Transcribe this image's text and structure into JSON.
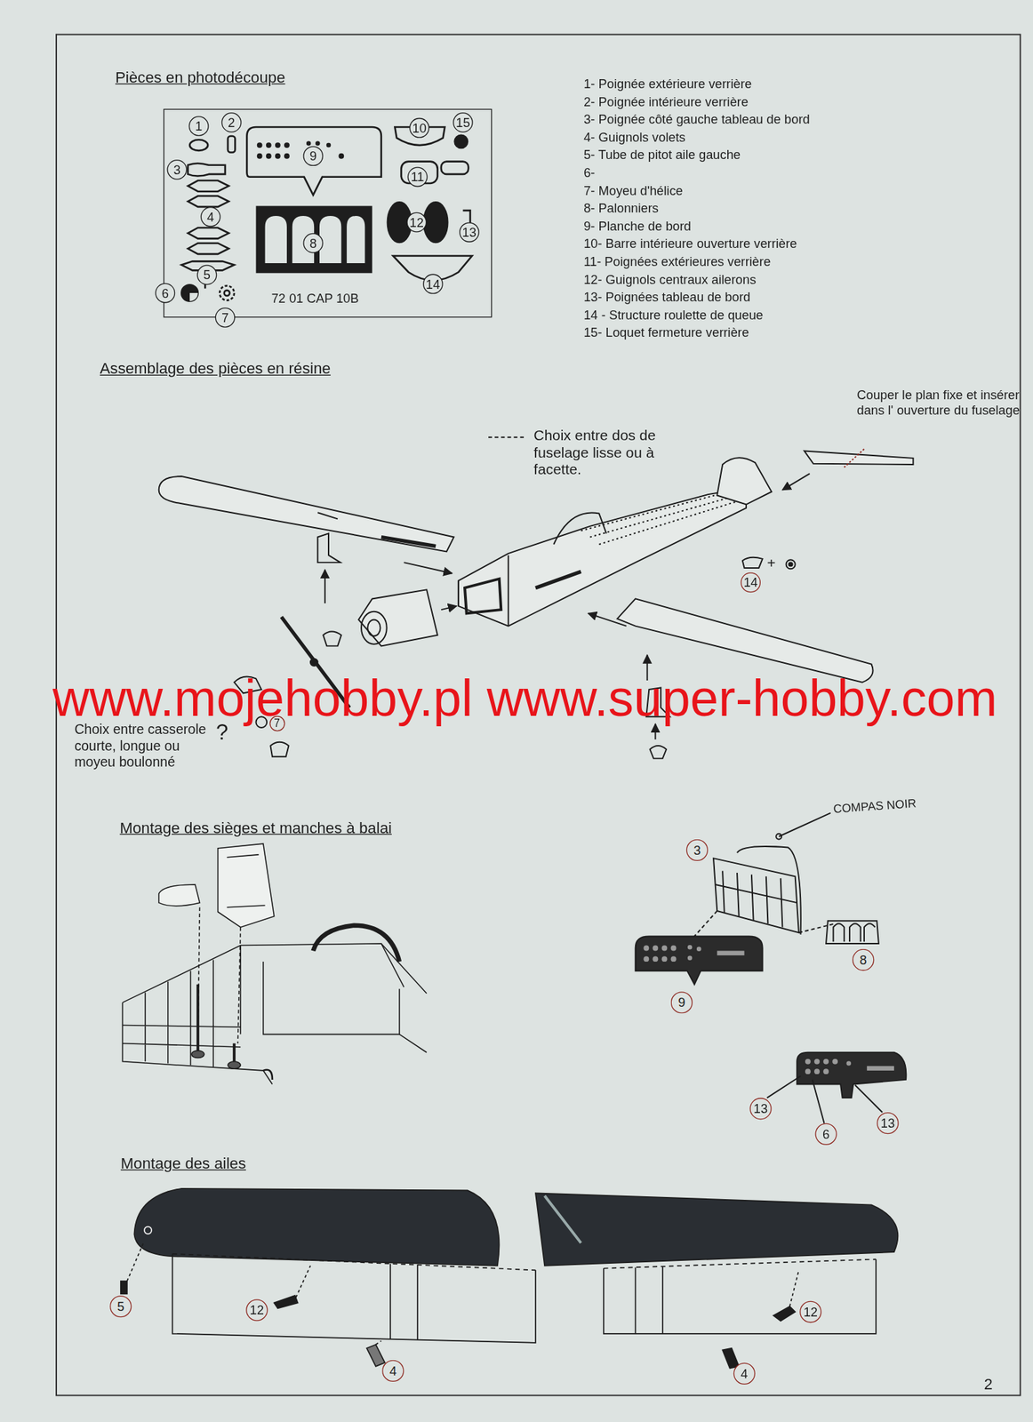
{
  "diagram": {
    "nodes": [
      {
        "text": [
          "72 01 CAP 10B"
        ]
      }
    ],
    "labels": [
      "Pièces en photodécoupe",
      "1- Poignée extérieure verrière",
      "2- Poignée intérieure verrière",
      "3- Poignée côté gauche tableau de bord",
      "4- Guignols volets",
      "5- Tube de pitot aile gauche",
      "6-",
      "7- Moyeu d'hélice",
      "8- Palonniers",
      "9- Planche de bord",
      "10- Barre intérieure ouverture verrière",
      "11- Poignées extérieures verrière",
      "12- Guignols centraux ailerons",
      "13- Poignées tableau de bord",
      "14 - Structure roulette de queue",
      "15- Loquet fermeture verrière",
      "1",
      "2",
      "3",
      "4",
      "5",
      "6",
      "7",
      "8",
      "9",
      "10",
      "11",
      "12",
      "13",
      "14",
      "15",
      "Assemblage des pièces en résine",
      "Choix entre dos de fuselage lisse ou à facette.",
      "Couper le plan fixe et insérer dans l' ouverture du fuselage",
      "14",
      "+",
      "www.mojehobby.pl www.super-hobby.com",
      "Choix entre casserole courte, longue ou moyeu boulonné",
      "?",
      "7",
      "Montage des sièges et manches à balai",
      "COMPAS NOIR",
      "3",
      "8",
      "9",
      "13",
      "6",
      "13",
      "Montage des ailes",
      "5",
      "12",
      "4",
      "12",
      "4",
      "2"
    ]
  }
}
